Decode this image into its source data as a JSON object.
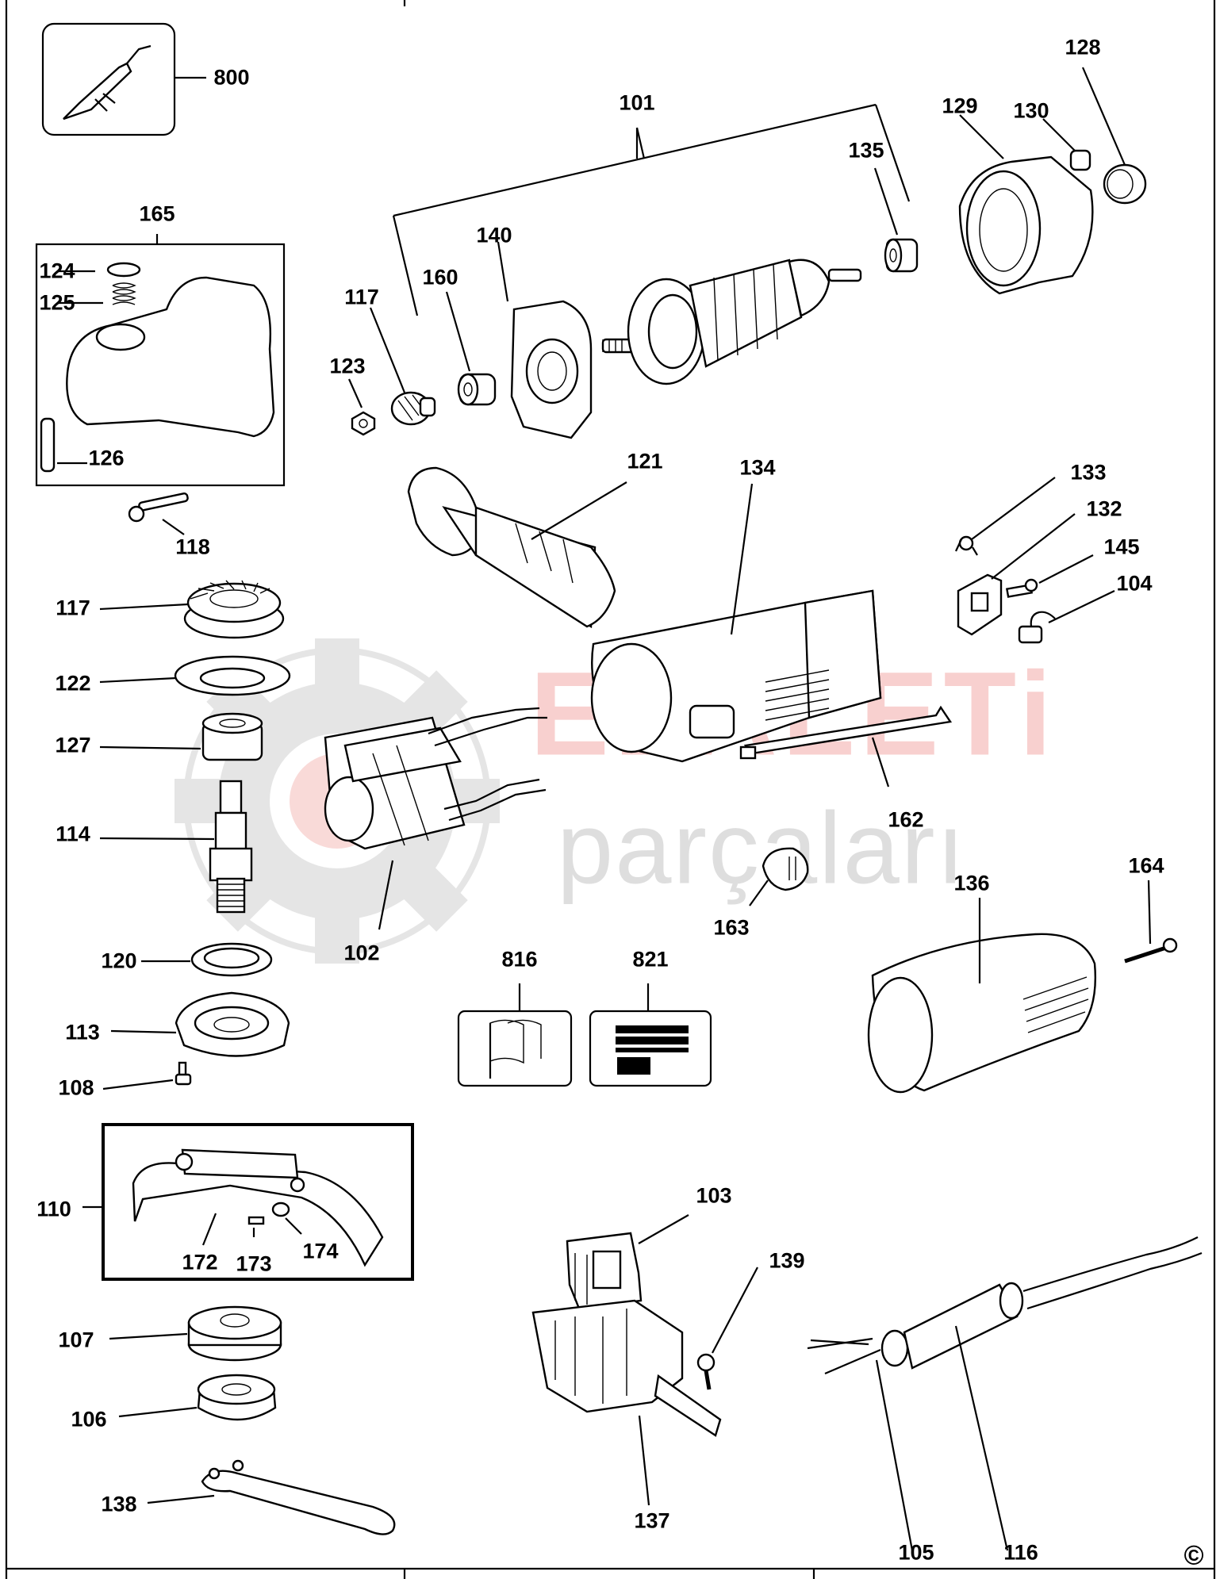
{
  "watermark": {
    "brand": "ELALETi",
    "subtitle": "parçaları",
    "brand_color": "#e0302a",
    "gear_color": "#9a9a9a"
  },
  "copyright_mark": "©",
  "parts": [
    {
      "id": "800",
      "name": "kit-800"
    },
    {
      "id": "101",
      "name": "armature-assembly-101"
    },
    {
      "id": "128",
      "name": "bearing-ring-128"
    },
    {
      "id": "129",
      "name": "end-cap-129"
    },
    {
      "id": "130",
      "name": "plug-130"
    },
    {
      "id": "135",
      "name": "bearing-135"
    },
    {
      "id": "165",
      "name": "gear-housing-assembly-165"
    },
    {
      "id": "124",
      "name": "o-ring-124"
    },
    {
      "id": "125",
      "name": "spring-125"
    },
    {
      "id": "126",
      "name": "pin-126"
    },
    {
      "id": "117",
      "name": "pinion-117"
    },
    {
      "id": "160",
      "name": "bearing-160"
    },
    {
      "id": "140",
      "name": "baffle-140"
    },
    {
      "id": "123",
      "name": "nut-123"
    },
    {
      "id": "118",
      "name": "screw-118"
    },
    {
      "id": "121",
      "name": "side-handle-121"
    },
    {
      "id": "134",
      "name": "motor-housing-134"
    },
    {
      "id": "133",
      "name": "spring-133"
    },
    {
      "id": "132",
      "name": "brush-holder-132"
    },
    {
      "id": "145",
      "name": "screw-145"
    },
    {
      "id": "104",
      "name": "carbon-brush-104"
    },
    {
      "id": "117",
      "name": "bevel-gear-117"
    },
    {
      "id": "122",
      "name": "washer-122"
    },
    {
      "id": "127",
      "name": "bearing-127"
    },
    {
      "id": "114",
      "name": "spindle-114"
    },
    {
      "id": "102",
      "name": "field-102"
    },
    {
      "id": "162",
      "name": "switch-rod-162"
    },
    {
      "id": "163",
      "name": "switch-button-163"
    },
    {
      "id": "164",
      "name": "screw-164"
    },
    {
      "id": "136",
      "name": "rear-cover-136"
    },
    {
      "id": "120",
      "name": "seal-120"
    },
    {
      "id": "113",
      "name": "bearing-plate-113"
    },
    {
      "id": "108",
      "name": "screw-108"
    },
    {
      "id": "816",
      "name": "label-816"
    },
    {
      "id": "821",
      "name": "nameplate-821"
    },
    {
      "id": "110",
      "name": "guard-assembly-110"
    },
    {
      "id": "172",
      "name": "guard-172"
    },
    {
      "id": "173",
      "name": "screw-173"
    },
    {
      "id": "174",
      "name": "washer-174"
    },
    {
      "id": "103",
      "name": "switch-103"
    },
    {
      "id": "139",
      "name": "screw-139"
    },
    {
      "id": "137",
      "name": "cable-clamp-137"
    },
    {
      "id": "107",
      "name": "inner-flange-107"
    },
    {
      "id": "106",
      "name": "outer-flange-106"
    },
    {
      "id": "138",
      "name": "spanner-138"
    },
    {
      "id": "105",
      "name": "cable-105"
    },
    {
      "id": "116",
      "name": "cable-sleeve-116"
    }
  ]
}
